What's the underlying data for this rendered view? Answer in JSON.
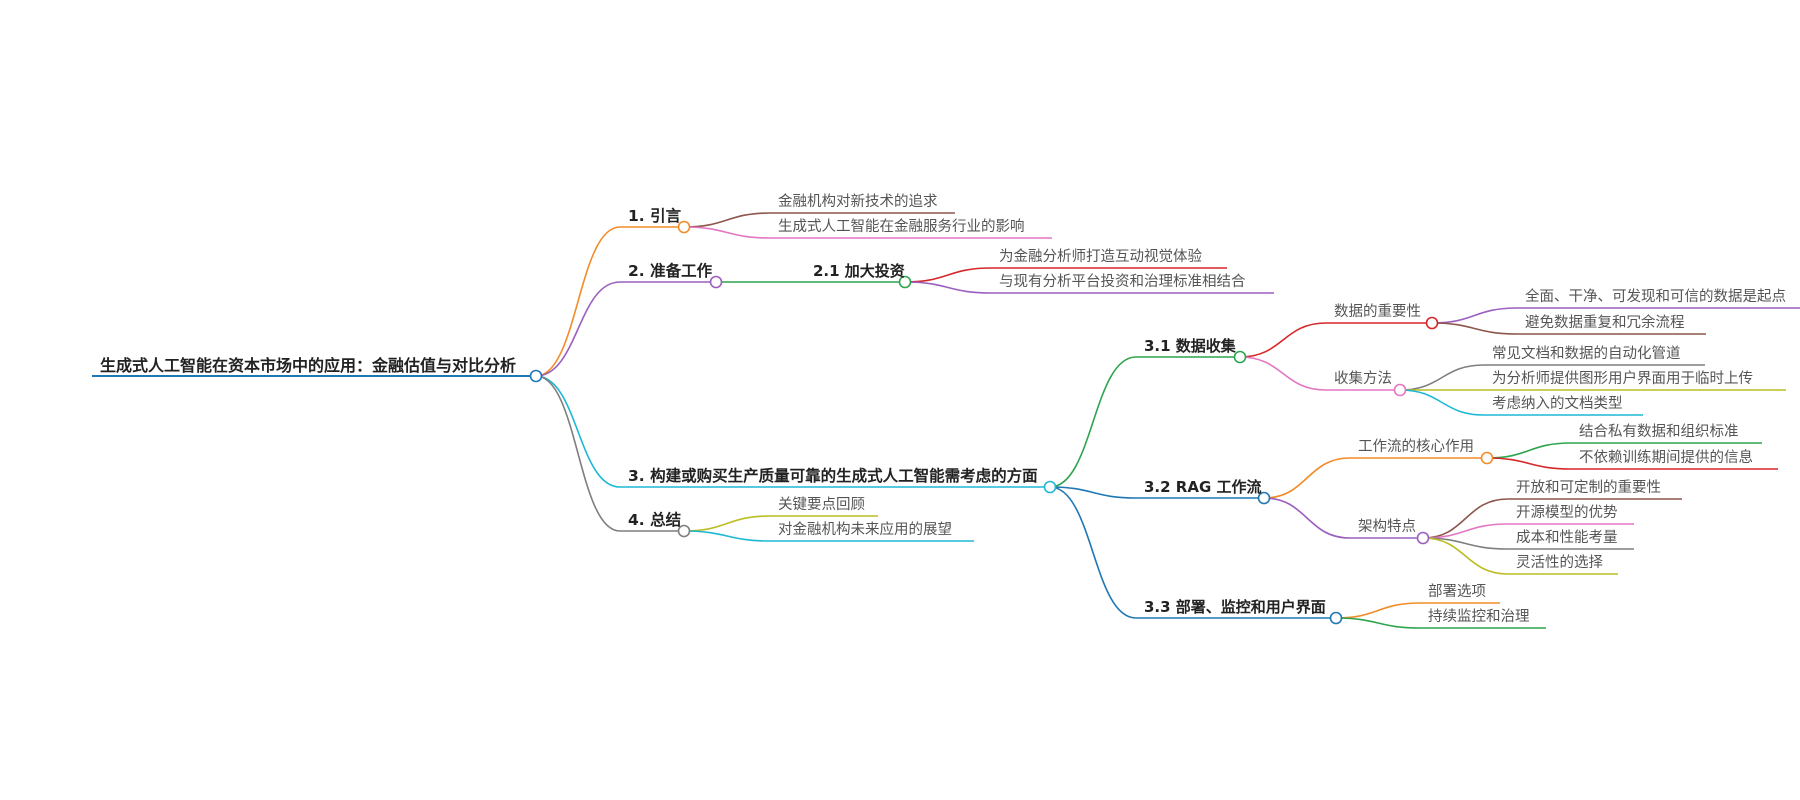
{
  "colors": {
    "orange": "#F28C28",
    "purple": "#9B5FC0",
    "cyan": "#1DB8D4",
    "gray": "#7F7F7F",
    "green": "#2DA44E",
    "blue": "#1F77B4",
    "red": "#D62728",
    "brown": "#8C564B",
    "pink": "#E377C2",
    "olive": "#BCBD22"
  },
  "mindmap": {
    "root": "生成式人工智能在资本市场中的应用：金融估值与对比分析",
    "branch1": {
      "label": "1. 引言",
      "leaves": [
        "金融机构对新技术的追求",
        "生成式人工智能在金融服务行业的影响"
      ]
    },
    "branch2": {
      "label": "2. 准备工作",
      "sub": {
        "label": "2.1 加大投资",
        "leaves": [
          "为金融分析师打造互动视觉体验",
          "与现有分析平台投资和治理标准相结合"
        ]
      }
    },
    "branch3": {
      "label": "3. 构建或购买生产质量可靠的生成式人工智能需考虑的方面",
      "s31": {
        "label": "3.1 数据收集",
        "importance": {
          "label": "数据的重要性",
          "leaves": [
            "全面、干净、可发现和可信的数据是起点",
            "避免数据重复和冗余流程"
          ]
        },
        "methods": {
          "label": "收集方法",
          "leaves": [
            "常见文档和数据的自动化管道",
            "为分析师提供图形用户界面用于临时上传",
            "考虑纳入的文档类型"
          ]
        }
      },
      "s32": {
        "label": "3.2 RAG 工作流",
        "core": {
          "label": "工作流的核心作用",
          "leaves": [
            "结合私有数据和组织标准",
            "不依赖训练期间提供的信息"
          ]
        },
        "arch": {
          "label": "架构特点",
          "leaves": [
            "开放和可定制的重要性",
            "开源模型的优势",
            "成本和性能考量",
            "灵活性的选择"
          ]
        }
      },
      "s33": {
        "label": "3.3 部署、监控和用户界面",
        "leaves": [
          "部署选项",
          "持续监控和治理"
        ]
      }
    },
    "branch4": {
      "label": "4. 总结",
      "leaves": [
        "关键要点回顾",
        "对金融机构未来应用的展望"
      ]
    }
  }
}
